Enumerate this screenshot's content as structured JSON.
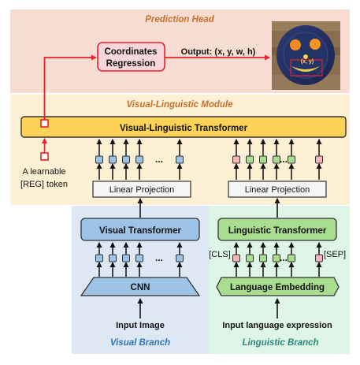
{
  "sections": {
    "prediction_head": "Prediction Head",
    "vl_module": "Visual-Linguistic Module",
    "visual_branch": "Visual Branch",
    "linguistic_branch": "Linguistic Branch"
  },
  "boxes": {
    "coords_line1": "Coordinates",
    "coords_line2": "Regression",
    "vl_transformer": "Visual-Linguistic Transformer",
    "linear_proj_visual": "Linear Projection",
    "linear_proj_ling": "Linear Projection",
    "visual_transformer": "Visual Transformer",
    "linguistic_transformer": "Linguistic Transformer",
    "cnn": "CNN",
    "language_embedding": "Language Embedding"
  },
  "labels": {
    "output": "Output: (x, y, w, h)",
    "reg_line1": "A learnable",
    "reg_line2": "[REG] token",
    "cls": "[CLS]",
    "sep": "[SEP]",
    "input_image": "Input Image",
    "input_language": "Input language expression",
    "bbox_label": "(x, y)",
    "ellipsis": "..."
  },
  "colors": {
    "prediction_head_bg": "#f7ddd1",
    "vl_module_bg": "#fdf0d4",
    "visual_branch_bg": "#dee8f5",
    "linguistic_branch_bg": "#def5e8",
    "section_title_orange": "#c5702d",
    "visual_branch_title": "#2e75b6",
    "linguistic_branch_title": "#2a8a7a",
    "vl_transformer_fill": "#fdd257",
    "visual_box_fill": "#9dc3e6",
    "linguistic_box_fill": "#a9dd8f",
    "reg_red": "#e8222e",
    "token_blue": "#9dc3e6",
    "token_green": "#a9dd8f",
    "token_pink": "#f4b6b9"
  }
}
